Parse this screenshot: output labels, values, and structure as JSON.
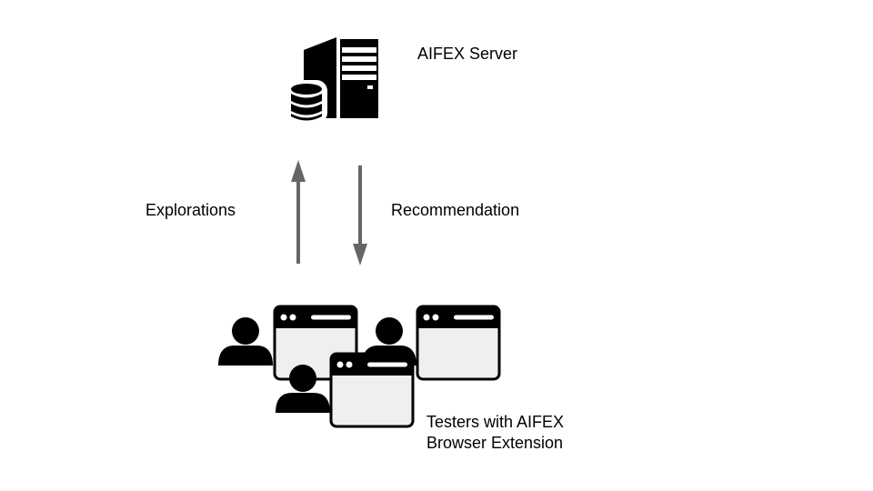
{
  "labels": {
    "server": "AIFEX Server",
    "explorations": "Explorations",
    "recommendation": "Recommendation",
    "testers_line1": "Testers with AIFEX",
    "testers_line2": "Browser Extension"
  },
  "colors": {
    "ink": "#000000",
    "arrow": "#666666",
    "window_fill": "#efefef"
  },
  "icons": [
    "server-icon",
    "database-icon",
    "user-icon",
    "browser-window-icon"
  ]
}
